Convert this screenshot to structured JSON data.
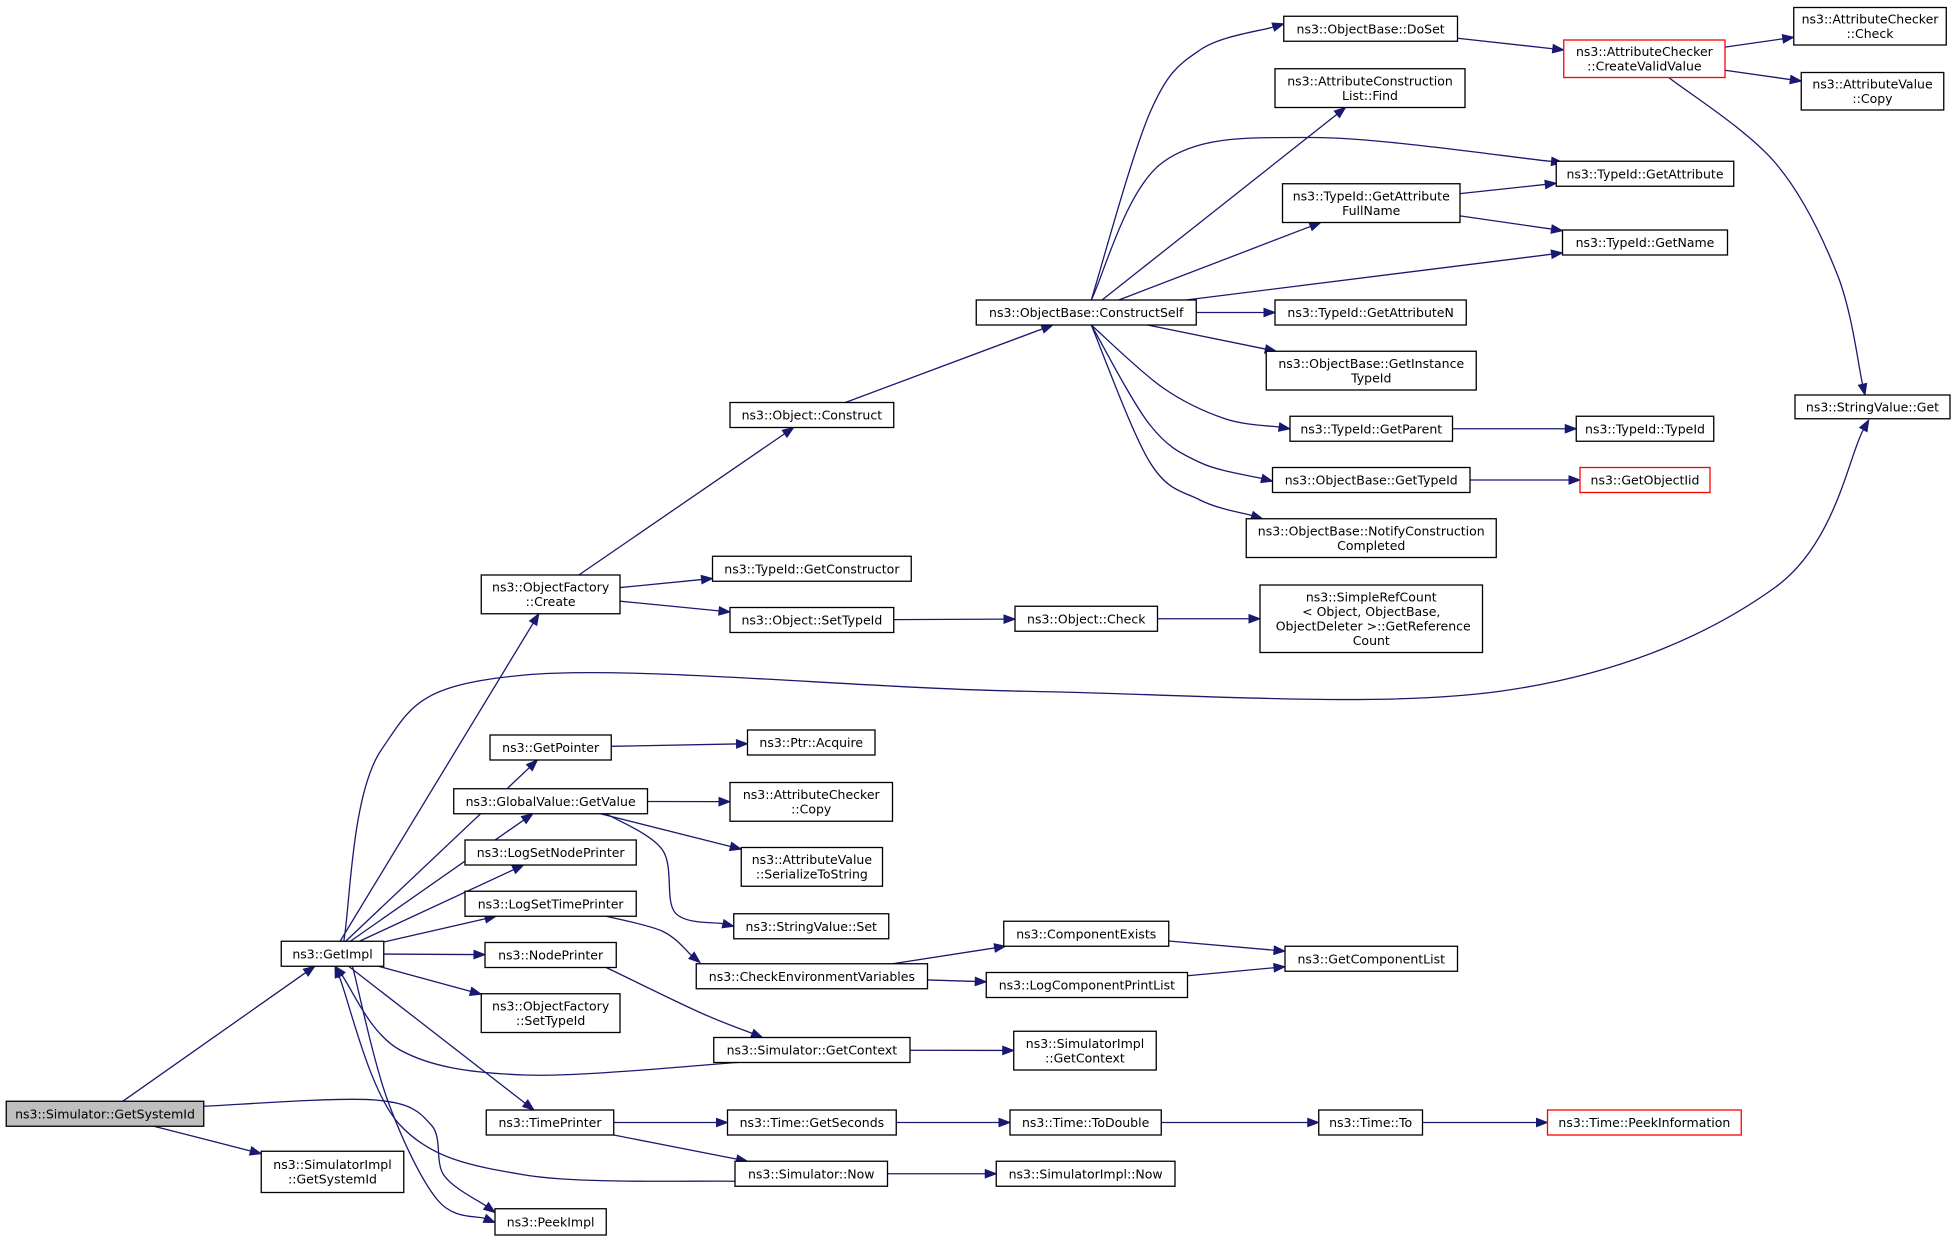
{
  "nodes": [
    {
      "id": "root",
      "lines": [
        "ns3::Simulator::GetSystemId"
      ],
      "style": "root"
    },
    {
      "id": "simimpl_getsystemid",
      "lines": [
        "ns3::SimulatorImpl",
        "::GetSystemId"
      ]
    },
    {
      "id": "peekimpl",
      "lines": [
        "ns3::PeekImpl"
      ]
    },
    {
      "id": "getimpl",
      "lines": [
        "ns3::GetImpl"
      ]
    },
    {
      "id": "objfactory_create",
      "lines": [
        "ns3::ObjectFactory",
        "::Create"
      ]
    },
    {
      "id": "getpointer",
      "lines": [
        "ns3::GetPointer"
      ]
    },
    {
      "id": "gv_getvalue",
      "lines": [
        "ns3::GlobalValue::GetValue"
      ]
    },
    {
      "id": "logsetnodeprinter",
      "lines": [
        "ns3::LogSetNodePrinter"
      ]
    },
    {
      "id": "logsettimeprinter",
      "lines": [
        "ns3::LogSetTimePrinter"
      ]
    },
    {
      "id": "nodeprinter",
      "lines": [
        "ns3::NodePrinter"
      ]
    },
    {
      "id": "of_settypeid",
      "lines": [
        "ns3::ObjectFactory",
        "::SetTypeId"
      ]
    },
    {
      "id": "timeprinter",
      "lines": [
        "ns3::TimePrinter"
      ]
    },
    {
      "id": "object_construct",
      "lines": [
        "ns3::Object::Construct"
      ]
    },
    {
      "id": "typeid_getconstructor",
      "lines": [
        "ns3::TypeId::GetConstructor"
      ]
    },
    {
      "id": "object_settypeid",
      "lines": [
        "ns3::Object::SetTypeId"
      ]
    },
    {
      "id": "ptr_acquire",
      "lines": [
        "ns3::Ptr::Acquire"
      ]
    },
    {
      "id": "ac_copy",
      "lines": [
        "ns3::AttributeChecker",
        "::Copy"
      ]
    },
    {
      "id": "av_serialize",
      "lines": [
        "ns3::AttributeValue",
        "::SerializeToString"
      ]
    },
    {
      "id": "sv_set",
      "lines": [
        "ns3::StringValue::Set"
      ]
    },
    {
      "id": "checkenv",
      "lines": [
        "ns3::CheckEnvironmentVariables"
      ]
    },
    {
      "id": "sim_getcontext",
      "lines": [
        "ns3::Simulator::GetContext"
      ]
    },
    {
      "id": "time_getseconds",
      "lines": [
        "ns3::Time::GetSeconds"
      ]
    },
    {
      "id": "sim_now",
      "lines": [
        "ns3::Simulator::Now"
      ]
    },
    {
      "id": "ob_constructself",
      "lines": [
        "ns3::ObjectBase::ConstructSelf"
      ]
    },
    {
      "id": "object_check",
      "lines": [
        "ns3::Object::Check"
      ]
    },
    {
      "id": "componentexists",
      "lines": [
        "ns3::ComponentExists"
      ]
    },
    {
      "id": "logcomponentprintlist",
      "lines": [
        "ns3::LogComponentPrintList"
      ]
    },
    {
      "id": "simimpl_getcontext",
      "lines": [
        "ns3::SimulatorImpl",
        "::GetContext"
      ]
    },
    {
      "id": "time_todouble",
      "lines": [
        "ns3::Time::ToDouble"
      ]
    },
    {
      "id": "simimpl_now",
      "lines": [
        "ns3::SimulatorImpl::Now"
      ]
    },
    {
      "id": "ob_doset",
      "lines": [
        "ns3::ObjectBase::DoSet"
      ]
    },
    {
      "id": "acl_find",
      "lines": [
        "ns3::AttributeConstruction",
        "List::Find"
      ]
    },
    {
      "id": "tid_getattrfullname",
      "lines": [
        "ns3::TypeId::GetAttribute",
        "FullName"
      ]
    },
    {
      "id": "tid_getattributen",
      "lines": [
        "ns3::TypeId::GetAttributeN"
      ]
    },
    {
      "id": "ob_getinstancetypeid",
      "lines": [
        "ns3::ObjectBase::GetInstance",
        "TypeId"
      ]
    },
    {
      "id": "tid_getparent",
      "lines": [
        "ns3::TypeId::GetParent"
      ]
    },
    {
      "id": "ob_gettypeid",
      "lines": [
        "ns3::ObjectBase::GetTypeId"
      ]
    },
    {
      "id": "ob_notifyconstruction",
      "lines": [
        "ns3::ObjectBase::NotifyConstruction",
        "Completed"
      ]
    },
    {
      "id": "simplerefcount",
      "lines": [
        "ns3::SimpleRefCount",
        "< Object, ObjectBase,",
        " ObjectDeleter >::GetReference",
        "Count"
      ]
    },
    {
      "id": "getcomponentlist",
      "lines": [
        "ns3::GetComponentList"
      ]
    },
    {
      "id": "time_to",
      "lines": [
        "ns3::Time::To"
      ]
    },
    {
      "id": "ac_createvalidvalue",
      "lines": [
        "ns3::AttributeChecker",
        "::CreateValidValue"
      ],
      "style": "red"
    },
    {
      "id": "tid_getattribute",
      "lines": [
        "ns3::TypeId::GetAttribute"
      ]
    },
    {
      "id": "tid_getname",
      "lines": [
        "ns3::TypeId::GetName"
      ]
    },
    {
      "id": "tid_typeid",
      "lines": [
        "ns3::TypeId::TypeId"
      ]
    },
    {
      "id": "getobjectiid",
      "lines": [
        "ns3::GetObjectIid"
      ],
      "style": "red"
    },
    {
      "id": "time_peekinformation",
      "lines": [
        "ns3::Time::PeekInformation"
      ],
      "style": "red"
    },
    {
      "id": "ac_check",
      "lines": [
        "ns3::AttributeChecker",
        "::Check"
      ]
    },
    {
      "id": "av_copy",
      "lines": [
        "ns3::AttributeValue",
        "::Copy"
      ]
    },
    {
      "id": "sv_get",
      "lines": [
        "ns3::StringValue::Get"
      ]
    }
  ],
  "edges": [
    {
      "from": "root",
      "to": "getimpl"
    },
    {
      "from": "root",
      "to": "simimpl_getsystemid"
    },
    {
      "from": "root",
      "to": "peekimpl"
    },
    {
      "from": "getimpl",
      "to": "objfactory_create"
    },
    {
      "from": "getimpl",
      "to": "sv_get"
    },
    {
      "from": "getimpl",
      "to": "getpointer"
    },
    {
      "from": "getimpl",
      "to": "gv_getvalue"
    },
    {
      "from": "getimpl",
      "to": "logsetnodeprinter"
    },
    {
      "from": "getimpl",
      "to": "logsettimeprinter"
    },
    {
      "from": "getimpl",
      "to": "nodeprinter"
    },
    {
      "from": "getimpl",
      "to": "of_settypeid"
    },
    {
      "from": "getimpl",
      "to": "timeprinter"
    },
    {
      "from": "getimpl",
      "to": "peekimpl"
    },
    {
      "from": "objfactory_create",
      "to": "object_construct"
    },
    {
      "from": "objfactory_create",
      "to": "typeid_getconstructor"
    },
    {
      "from": "objfactory_create",
      "to": "object_settypeid"
    },
    {
      "from": "object_construct",
      "to": "ob_constructself"
    },
    {
      "from": "ob_constructself",
      "to": "ob_doset"
    },
    {
      "from": "ob_constructself",
      "to": "acl_find"
    },
    {
      "from": "ob_constructself",
      "to": "tid_getattribute"
    },
    {
      "from": "ob_constructself",
      "to": "tid_getattrfullname"
    },
    {
      "from": "ob_constructself",
      "to": "tid_getname"
    },
    {
      "from": "ob_constructself",
      "to": "tid_getattributen"
    },
    {
      "from": "ob_constructself",
      "to": "ob_getinstancetypeid"
    },
    {
      "from": "ob_constructself",
      "to": "tid_getparent"
    },
    {
      "from": "ob_constructself",
      "to": "ob_gettypeid"
    },
    {
      "from": "ob_constructself",
      "to": "ob_notifyconstruction"
    },
    {
      "from": "ob_doset",
      "to": "ac_createvalidvalue"
    },
    {
      "from": "ac_createvalidvalue",
      "to": "ac_check"
    },
    {
      "from": "ac_createvalidvalue",
      "to": "av_copy"
    },
    {
      "from": "ac_createvalidvalue",
      "to": "sv_get"
    },
    {
      "from": "tid_getattrfullname",
      "to": "tid_getattribute"
    },
    {
      "from": "tid_getattrfullname",
      "to": "tid_getname"
    },
    {
      "from": "tid_getparent",
      "to": "tid_typeid"
    },
    {
      "from": "ob_gettypeid",
      "to": "getobjectiid"
    },
    {
      "from": "object_settypeid",
      "to": "object_check"
    },
    {
      "from": "object_check",
      "to": "simplerefcount"
    },
    {
      "from": "getpointer",
      "to": "ptr_acquire"
    },
    {
      "from": "gv_getvalue",
      "to": "ac_copy"
    },
    {
      "from": "gv_getvalue",
      "to": "av_serialize"
    },
    {
      "from": "gv_getvalue",
      "to": "sv_set"
    },
    {
      "from": "logsettimeprinter",
      "to": "checkenv"
    },
    {
      "from": "checkenv",
      "to": "componentexists"
    },
    {
      "from": "checkenv",
      "to": "logcomponentprintlist"
    },
    {
      "from": "componentexists",
      "to": "getcomponentlist"
    },
    {
      "from": "logcomponentprintlist",
      "to": "getcomponentlist"
    },
    {
      "from": "nodeprinter",
      "to": "sim_getcontext"
    },
    {
      "from": "sim_getcontext",
      "to": "getimpl"
    },
    {
      "from": "sim_getcontext",
      "to": "simimpl_getcontext"
    },
    {
      "from": "timeprinter",
      "to": "time_getseconds"
    },
    {
      "from": "timeprinter",
      "to": "sim_now"
    },
    {
      "from": "time_getseconds",
      "to": "time_todouble"
    },
    {
      "from": "time_todouble",
      "to": "time_to"
    },
    {
      "from": "time_to",
      "to": "time_peekinformation"
    },
    {
      "from": "sim_now",
      "to": "getimpl"
    },
    {
      "from": "sim_now",
      "to": "simimpl_now"
    }
  ]
}
